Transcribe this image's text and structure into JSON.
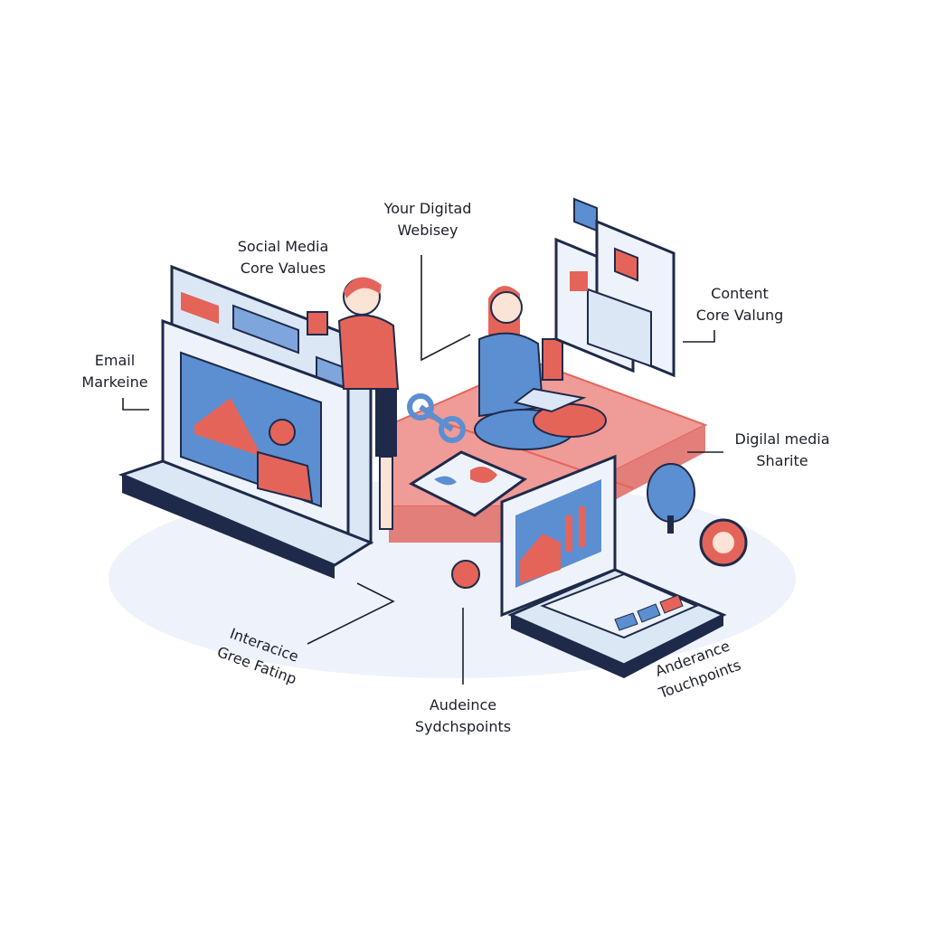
{
  "labels": {
    "social_media": [
      "Social Media",
      "Core Values"
    ],
    "your_digital": [
      "Your Digitad",
      "Webisey"
    ],
    "content": [
      "Content",
      "Core Valung"
    ],
    "email": [
      "Email",
      "Markeine"
    ],
    "digital_media": [
      "Digilal media",
      "Sharite"
    ],
    "interactive": [
      "Interacice",
      "Gree Fatinp"
    ],
    "audience_sync": [
      "Audeince",
      "Sydchspoints"
    ],
    "audience_touch": [
      "Anderance",
      "Touchpoints"
    ]
  },
  "colors": {
    "navy": "#1f2a4a",
    "blue": "#5b8fd1",
    "light_blue": "#dce7f6",
    "red": "#e5645a",
    "pink": "#ef9b98"
  }
}
